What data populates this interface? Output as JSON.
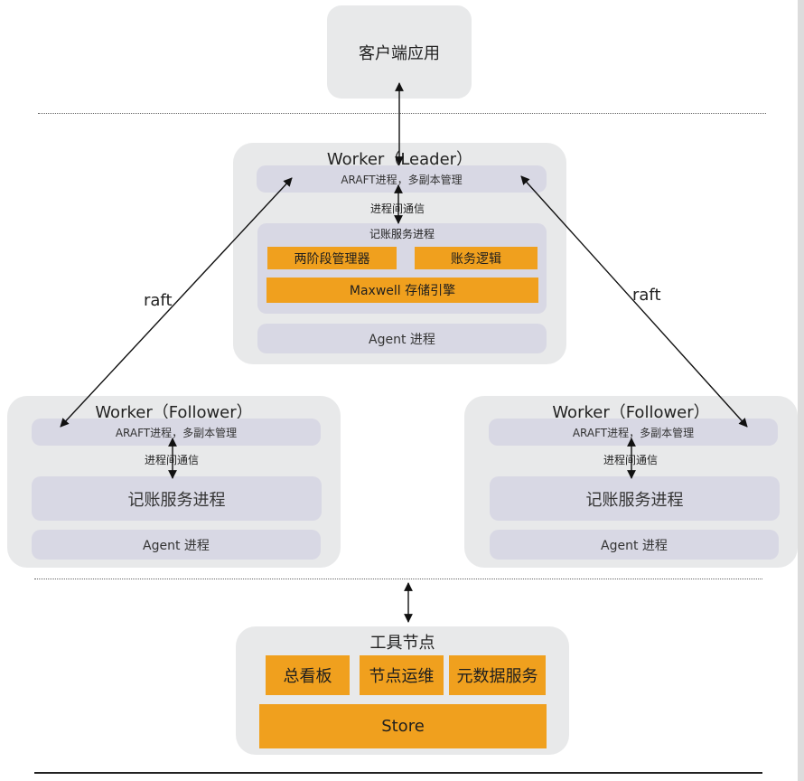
{
  "client": {
    "label": "客户端应用"
  },
  "leader": {
    "title": "Worker（Leader）",
    "raft_bar": "ARAFT进程，多副本管理",
    "ipc_label": "进程间通信",
    "service_title": "记账服务进程",
    "two_phase": "两阶段管理器",
    "account_logic": "账务逻辑",
    "storage_engine": "Maxwell 存储引擎",
    "agent": "Agent 进程"
  },
  "raft_labels": {
    "left": "raft",
    "right": "raft"
  },
  "follower_left": {
    "title": "Worker（Follower）",
    "raft_bar": "ARAFT进程，多副本管理",
    "ipc_label": "进程间通信",
    "service": "记账服务进程",
    "agent": "Agent 进程"
  },
  "follower_right": {
    "title": "Worker（Follower）",
    "raft_bar": "ARAFT进程，多副本管理",
    "ipc_label": "进程间通信",
    "service": "记账服务进程",
    "agent": "Agent 进程"
  },
  "tools": {
    "title": "工具节点",
    "dashboard": "总看板",
    "ops": "节点运维",
    "metadata": "元数据服务",
    "store": "Store"
  },
  "colors": {
    "panel": "#e8e9ea",
    "pill": "#d8d8e4",
    "orange": "#f0a01e",
    "line": "#111111"
  }
}
